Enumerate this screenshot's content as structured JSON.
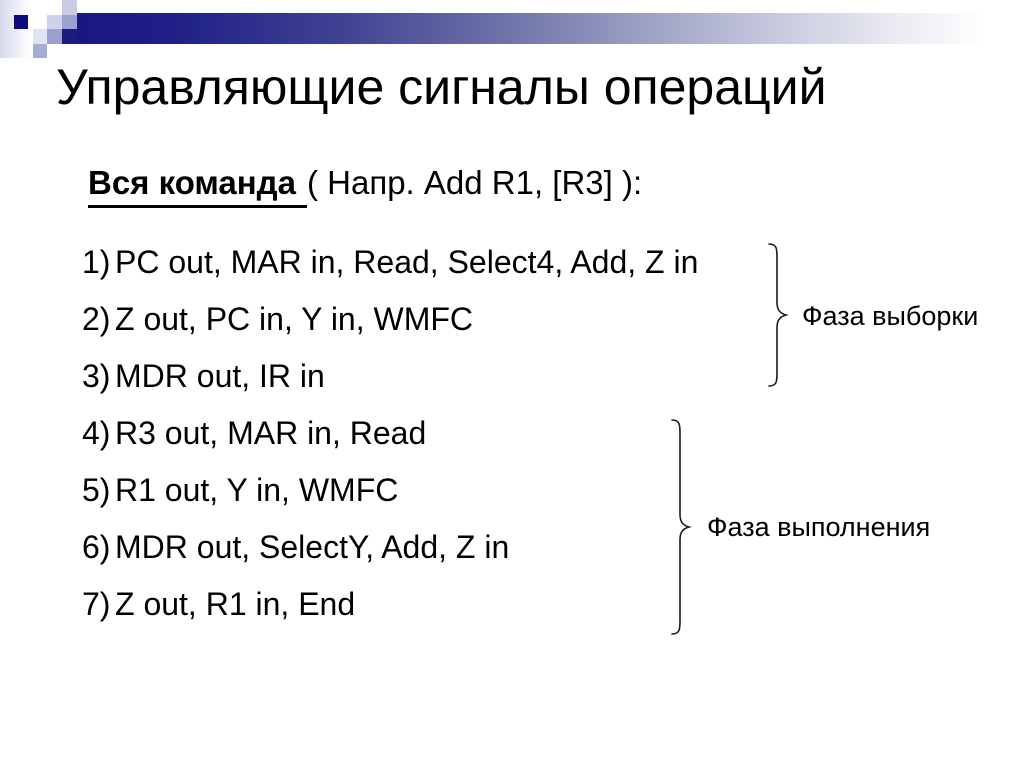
{
  "slide": {
    "title": "Управляющие сигналы операций",
    "subtitle": {
      "lead": "Вся команда",
      "rest": "( Напр. Add R1, [R3] ):"
    },
    "items": [
      {
        "num": "1)",
        "text": "PC out, MAR in, Read, Select4, Add, Z in"
      },
      {
        "num": "2)",
        "text": "Z out, PC in, Y in, WMFC"
      },
      {
        "num": "3)",
        "text": "MDR out, IR in"
      },
      {
        "num": "4)",
        "text": "R3 out, MAR in, Read"
      },
      {
        "num": "5)",
        "text": "R1 out, Y in, WMFC"
      },
      {
        "num": "6)",
        "text": "MDR out, SelectY, Add, Z in"
      },
      {
        "num": "7)",
        "text": "Z out, R1 in, End"
      }
    ],
    "phase_labels": {
      "fetch": "Фаза выборки",
      "execute": "Фаза выполнения"
    },
    "decoration_colors": {
      "navy": "#14147e",
      "medium_lavender": "#9aa2cd",
      "light_lavender": "#ced2ea",
      "gradient_bar_start": "#181880",
      "gradient_bar_end": "#ffffff",
      "text": "#000000"
    }
  }
}
